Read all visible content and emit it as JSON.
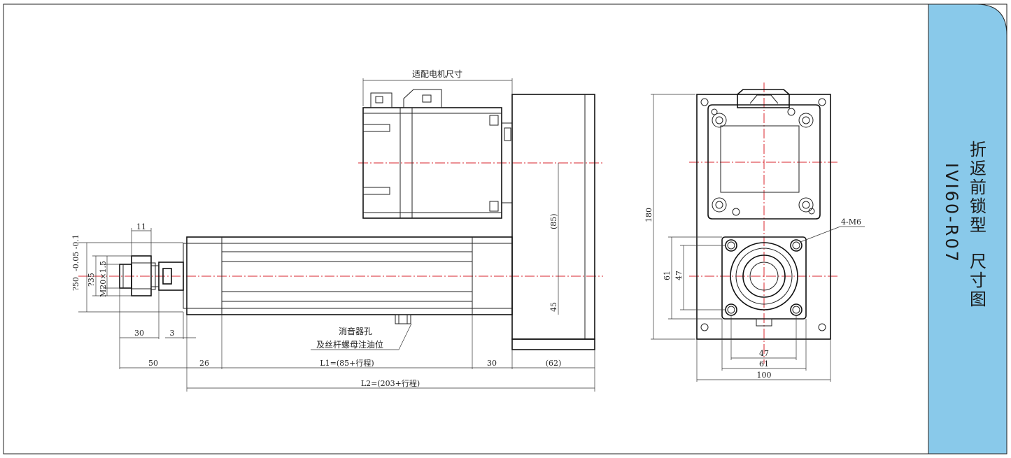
{
  "panel": {
    "title_chars": [
      "折",
      "返",
      "前",
      "锁",
      "型",
      "尺",
      "寸",
      "图"
    ],
    "model": "IVI60-R07",
    "bg_color": "#89c9ea"
  },
  "side_view": {
    "motor_label": "适配电机尺寸",
    "dim_11": "11",
    "dim_phi50": "?50",
    "dim_phi50_tol": "-0.05 -0.1",
    "dim_phi35": "?35",
    "dim_thread": "M20×1.5",
    "dim_30_rod": "30",
    "dim_3": "3",
    "dim_50": "50",
    "dim_26": "26",
    "dim_L1": "L1=(85+行程)",
    "dim_30_body": "30",
    "dim_62": "(62)",
    "dim_L2": "L2=(203+行程)",
    "dim_85": "(85)",
    "dim_45": "45",
    "note_line1": "消音器孔",
    "note_line2": "及丝杆螺母注油位"
  },
  "end_view": {
    "dim_180": "180",
    "dim_61_v": "61",
    "dim_47_v": "47",
    "dim_47_h": "47",
    "dim_61_h": "61",
    "dim_100": "100",
    "hole_label": "4-M6"
  },
  "colors": {
    "centerline": "#d9262c",
    "line": "#222222",
    "panel": "#89c9ea"
  }
}
